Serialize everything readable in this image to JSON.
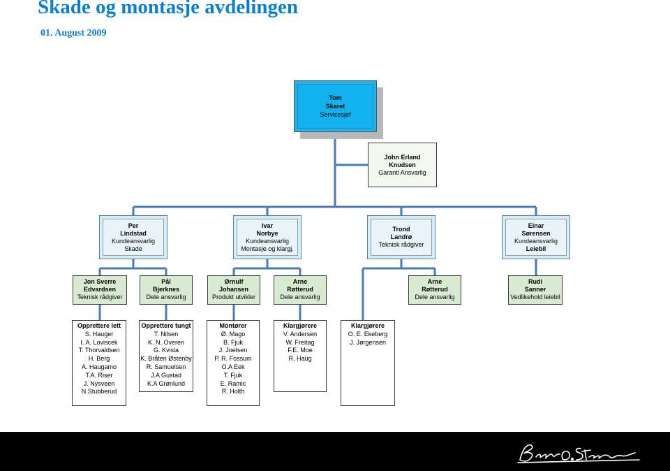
{
  "title": "Skade og montasje avdelingen",
  "date": "01. August 2009",
  "top": {
    "lines": [
      "Tom",
      "Skaret",
      "Servicesjef"
    ]
  },
  "staff": {
    "lines": [
      "John Erland",
      "Knudsen",
      "Garanti Ansvarlig"
    ]
  },
  "managers": [
    {
      "lines": [
        "Per",
        "Lindstad",
        "Kundeansvarlig",
        "Skade"
      ]
    },
    {
      "lines": [
        "Ivar",
        "Norbye",
        "Kundeansvarlig",
        "Montasje og klargj."
      ]
    },
    {
      "lines": [
        "Trond",
        "Landrø",
        "Teknisk rådgiver"
      ]
    },
    {
      "lines": [
        "Einar",
        "Sørensen",
        "Kundeansvarlig",
        "Leiebil"
      ]
    }
  ],
  "level3": [
    {
      "lines": [
        "Jon Sverre",
        "Edvardsen",
        "Teknisk rådgiver"
      ]
    },
    {
      "lines": [
        "Pål",
        "Bjerknes",
        "Dele ansvarlig"
      ]
    },
    {
      "lines": [
        "Ørnulf",
        "Johansen",
        "Produkt utvikler"
      ]
    },
    {
      "lines": [
        "Arne",
        "Røtterud",
        "Dele ansvarlig"
      ]
    },
    {
      "lines": [
        "Arne",
        "Røtterud",
        "Dele ansvarlig"
      ]
    },
    {
      "lines": [
        "Rudi",
        "Sanner",
        "Vedlikehold leiebil"
      ]
    }
  ],
  "lists": [
    {
      "header": "Opprettere lett",
      "items": [
        "S. Hauger",
        "I. A. Loviscek",
        "T. Thorvaldsen",
        "H. Berg",
        "A. Haugamo",
        "T.A. Riser",
        "J. Nysveen",
        "N.Stubberud"
      ]
    },
    {
      "header": "Opprettere tungt",
      "items": [
        "T. Nilsen",
        "K. N. Overen",
        "G. Kvisla",
        "K. Bråten Østenby",
        "R. Samuelsen",
        "J.A Gustad",
        "K.A Grønlund"
      ]
    },
    {
      "header": "Montører",
      "items": [
        "Ø. Mago",
        "B. Fjuk",
        "J. Joelsen",
        "P. R. Fossum",
        "O.A Eek",
        "T. Fjuk",
        "E. Ramic",
        "R. Holth"
      ]
    },
    {
      "header": "Klargjørere",
      "items": [
        "V. Andersen",
        "W. Freitag",
        "F.E. Moe",
        "R. Haug"
      ]
    },
    {
      "header": "Klargjørere",
      "items": [
        "O. E. Ekeberg",
        "J. Jørgensen"
      ]
    }
  ],
  "footer": {
    "signature_logo": "Bertel O. Steen"
  },
  "colors": {
    "title": "#0a7fd0",
    "top_box": "#11b2f0",
    "connector": "#4a7ab8",
    "level3_box": "#d9ead3",
    "footer": "#000000"
  }
}
